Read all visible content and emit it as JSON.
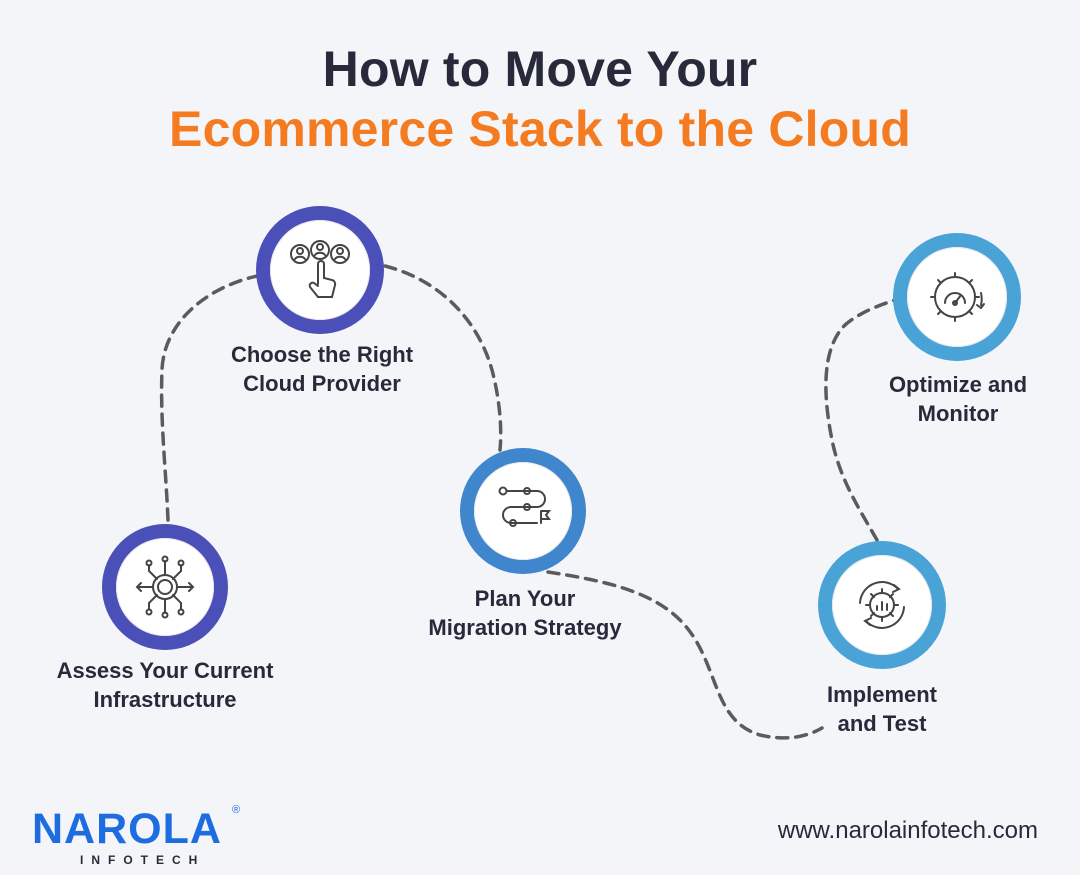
{
  "title": {
    "line1": "How to Move Your",
    "line2": "Ecommerce Stack to the Cloud"
  },
  "steps": [
    {
      "line1": "Assess Your Current",
      "line2": "Infrastructure",
      "icon": "network-hub-icon"
    },
    {
      "line1": "Choose the Right",
      "line2": "Cloud Provider",
      "icon": "select-person-icon"
    },
    {
      "line1": "Plan Your",
      "line2": "Migration Strategy",
      "icon": "route-flag-icon"
    },
    {
      "line1": "Implement",
      "line2": "and Test",
      "icon": "gear-chart-cycle-icon"
    },
    {
      "line1": "Optimize and",
      "line2": "Monitor",
      "icon": "gauge-gear-icon"
    }
  ],
  "colors": {
    "title_dark": "#272a3a",
    "title_accent": "#f47b20",
    "ring_purple": "#4b4fb8",
    "ring_blue": "#3f86cc",
    "ring_light_blue": "#4aa3d6",
    "path": "#5a5a60",
    "brand": "#1e6de0"
  },
  "footer": {
    "logo_word": "NAROLA",
    "logo_reg": "®",
    "logo_sub": "INFOTECH",
    "website": "www.narolainfotech.com"
  }
}
